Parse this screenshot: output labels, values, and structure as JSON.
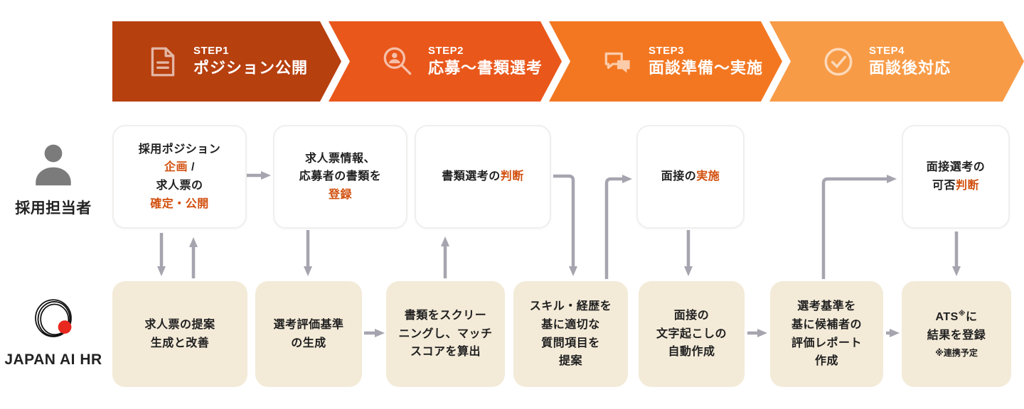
{
  "colors": {
    "accent": "#D2500F",
    "arrow": "#A6A5AF",
    "beige": "#F3EAD8",
    "text": "#1F1F1F",
    "logo_red": "#E8281E",
    "person_gray": "#7B7B7B"
  },
  "steps": [
    {
      "step": "STEP1",
      "title": "ポジション公開",
      "color": "#B7400F",
      "icon": "document-icon"
    },
    {
      "step": "STEP2",
      "title": "応募〜書類選考",
      "color": "#E9571B",
      "icon": "search-person-icon"
    },
    {
      "step": "STEP3",
      "title": "面談準備〜実施",
      "color": "#F37721",
      "icon": "chat-bubbles-icon"
    },
    {
      "step": "STEP4",
      "title": "面談後対応",
      "color": "#F89B47",
      "icon": "check-circle-icon"
    }
  ],
  "lanes": {
    "recruiter": {
      "label": "採用担当者",
      "icon": "person-icon"
    },
    "service": {
      "label": "JAPAN AI HR",
      "icon": "japan-ai-hr-logo"
    }
  },
  "recruiter_boxes": {
    "box1": {
      "l1": "採用ポジション",
      "l2a": "企画",
      "l2b": " /",
      "l3": "求人票の",
      "l4": "確定・公開"
    },
    "box2": {
      "l1": "求人票情報、",
      "l2": "応募者の書類を",
      "l3": "登録"
    },
    "box3": {
      "a": "書類選考の",
      "b": "判断"
    },
    "box4": {
      "a": "面接の",
      "b": "実施"
    },
    "box5": {
      "l1": "面接選考の",
      "l2a": "可否",
      "l2b": "判断"
    }
  },
  "ai_boxes": {
    "box1": {
      "l1": "求人票の提案",
      "l2": "生成と改善"
    },
    "box2": {
      "l1": "選考評価基準",
      "l2": "の生成"
    },
    "box3": {
      "l1": "書類をスクリー",
      "l2": "ニングし、マッチ",
      "l3": "スコアを算出"
    },
    "box4": {
      "l1": "スキル・経歴を",
      "l2": "基に適切な",
      "l3": "質問項目を",
      "l4": "提案"
    },
    "box5": {
      "l1": "面接の",
      "l2": "文字起こしの",
      "l3": "自動作成"
    },
    "box6": {
      "l1": "選考基準を",
      "l2": "基に候補者の",
      "l3": "評価レポート",
      "l4": "作成"
    },
    "box7": {
      "l1a": "ATS",
      "l1sup": "※",
      "l1b": "に",
      "l2": "結果を登録",
      "note": "※連携予定"
    }
  }
}
